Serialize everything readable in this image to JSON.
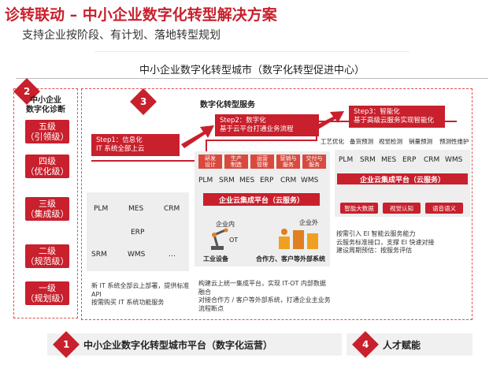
{
  "header": {
    "title": "诊转联动 – 中小企业数字化转型解决方案",
    "subtitle": "支持企业按阶段、有计划、落地转型规划"
  },
  "city": {
    "title": "中小企业数字化转型城市（数字化转型促进中心）"
  },
  "badges": {
    "diagnosis": "2",
    "services": "3",
    "platform": "1",
    "talent": "4"
  },
  "diagnosis": {
    "title": "中小企业\n数字化诊断",
    "levels": [
      {
        "label": "五级\n（引领级）"
      },
      {
        "label": "四级\n（优化级）"
      },
      {
        "label": "三级\n（集成级）"
      },
      {
        "label": "二级\n（规范级）"
      },
      {
        "label": "一级\n（规划级）"
      }
    ]
  },
  "services": {
    "title": "数字化转型服务",
    "step1": "Step1：信息化\nIT 系统全部上云",
    "step2": "Step2：数字化\n基于云平台打通业务流程",
    "step3": "Step3：智能化\n基于高级云服务实现智能化",
    "left_systems": [
      "PLM",
      "MES",
      "CRM",
      "ERP",
      "SRM",
      "WMS",
      "…"
    ],
    "stages": [
      "研发\n设计",
      "生产\n制造",
      "运营\n管理",
      "营销与\n服务",
      "交付与\n服务"
    ],
    "mid_systems": [
      "PLM",
      "SRM",
      "MES",
      "ERP",
      "CRM",
      "WMS"
    ],
    "mid_platform": "企业云集成平台（云服务）",
    "inside_label": "企业内",
    "outside_label": "企业外",
    "ot_label": "OT",
    "industrial_label": "工业设备",
    "partners_label": "合作方、客户等外部系统",
    "right_tags": [
      "工艺优化",
      "备货预测",
      "视觉检测",
      "销量预测",
      "预测性维护"
    ],
    "right_systems": [
      "PLM",
      "SRM",
      "MES",
      "ERP",
      "CRM",
      "WMS"
    ],
    "right_platform": "企业云集成平台（云服务）",
    "ai_services": [
      "智能大数据",
      "视觉认知",
      "语音语义"
    ],
    "notes_left": [
      "新 IT 系统全部云上部署，提供标准 API",
      "按需购买 IT 系统功能服务"
    ],
    "notes_mid": [
      "构建云上统一集成平台，实现 IT-OT 内部数据融合",
      "对接合作方 / 客户等外部系统，打通企业主业务流程断点"
    ],
    "notes_right": [
      "按需引入 EI 智能云服务能力",
      "云服务标准接口，支撑 EI 快速对接",
      "建设周期预估：按服务评估"
    ]
  },
  "bottom": {
    "platform_label": "中小企业数字化转型城市平台（数字化运营）",
    "talent_label": "人才赋能"
  },
  "colors": {
    "accent": "#c8202c",
    "dash": "#e05050"
  }
}
